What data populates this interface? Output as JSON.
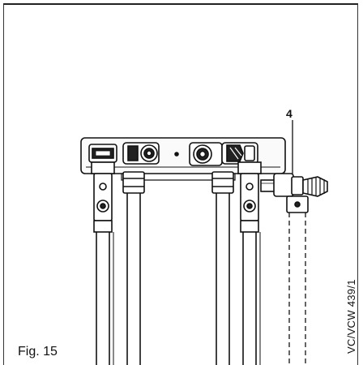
{
  "figure": {
    "label": "Fig. 15",
    "reference_code": "VC/VCW 439/1",
    "callouts": [
      {
        "number": "4"
      }
    ]
  }
}
